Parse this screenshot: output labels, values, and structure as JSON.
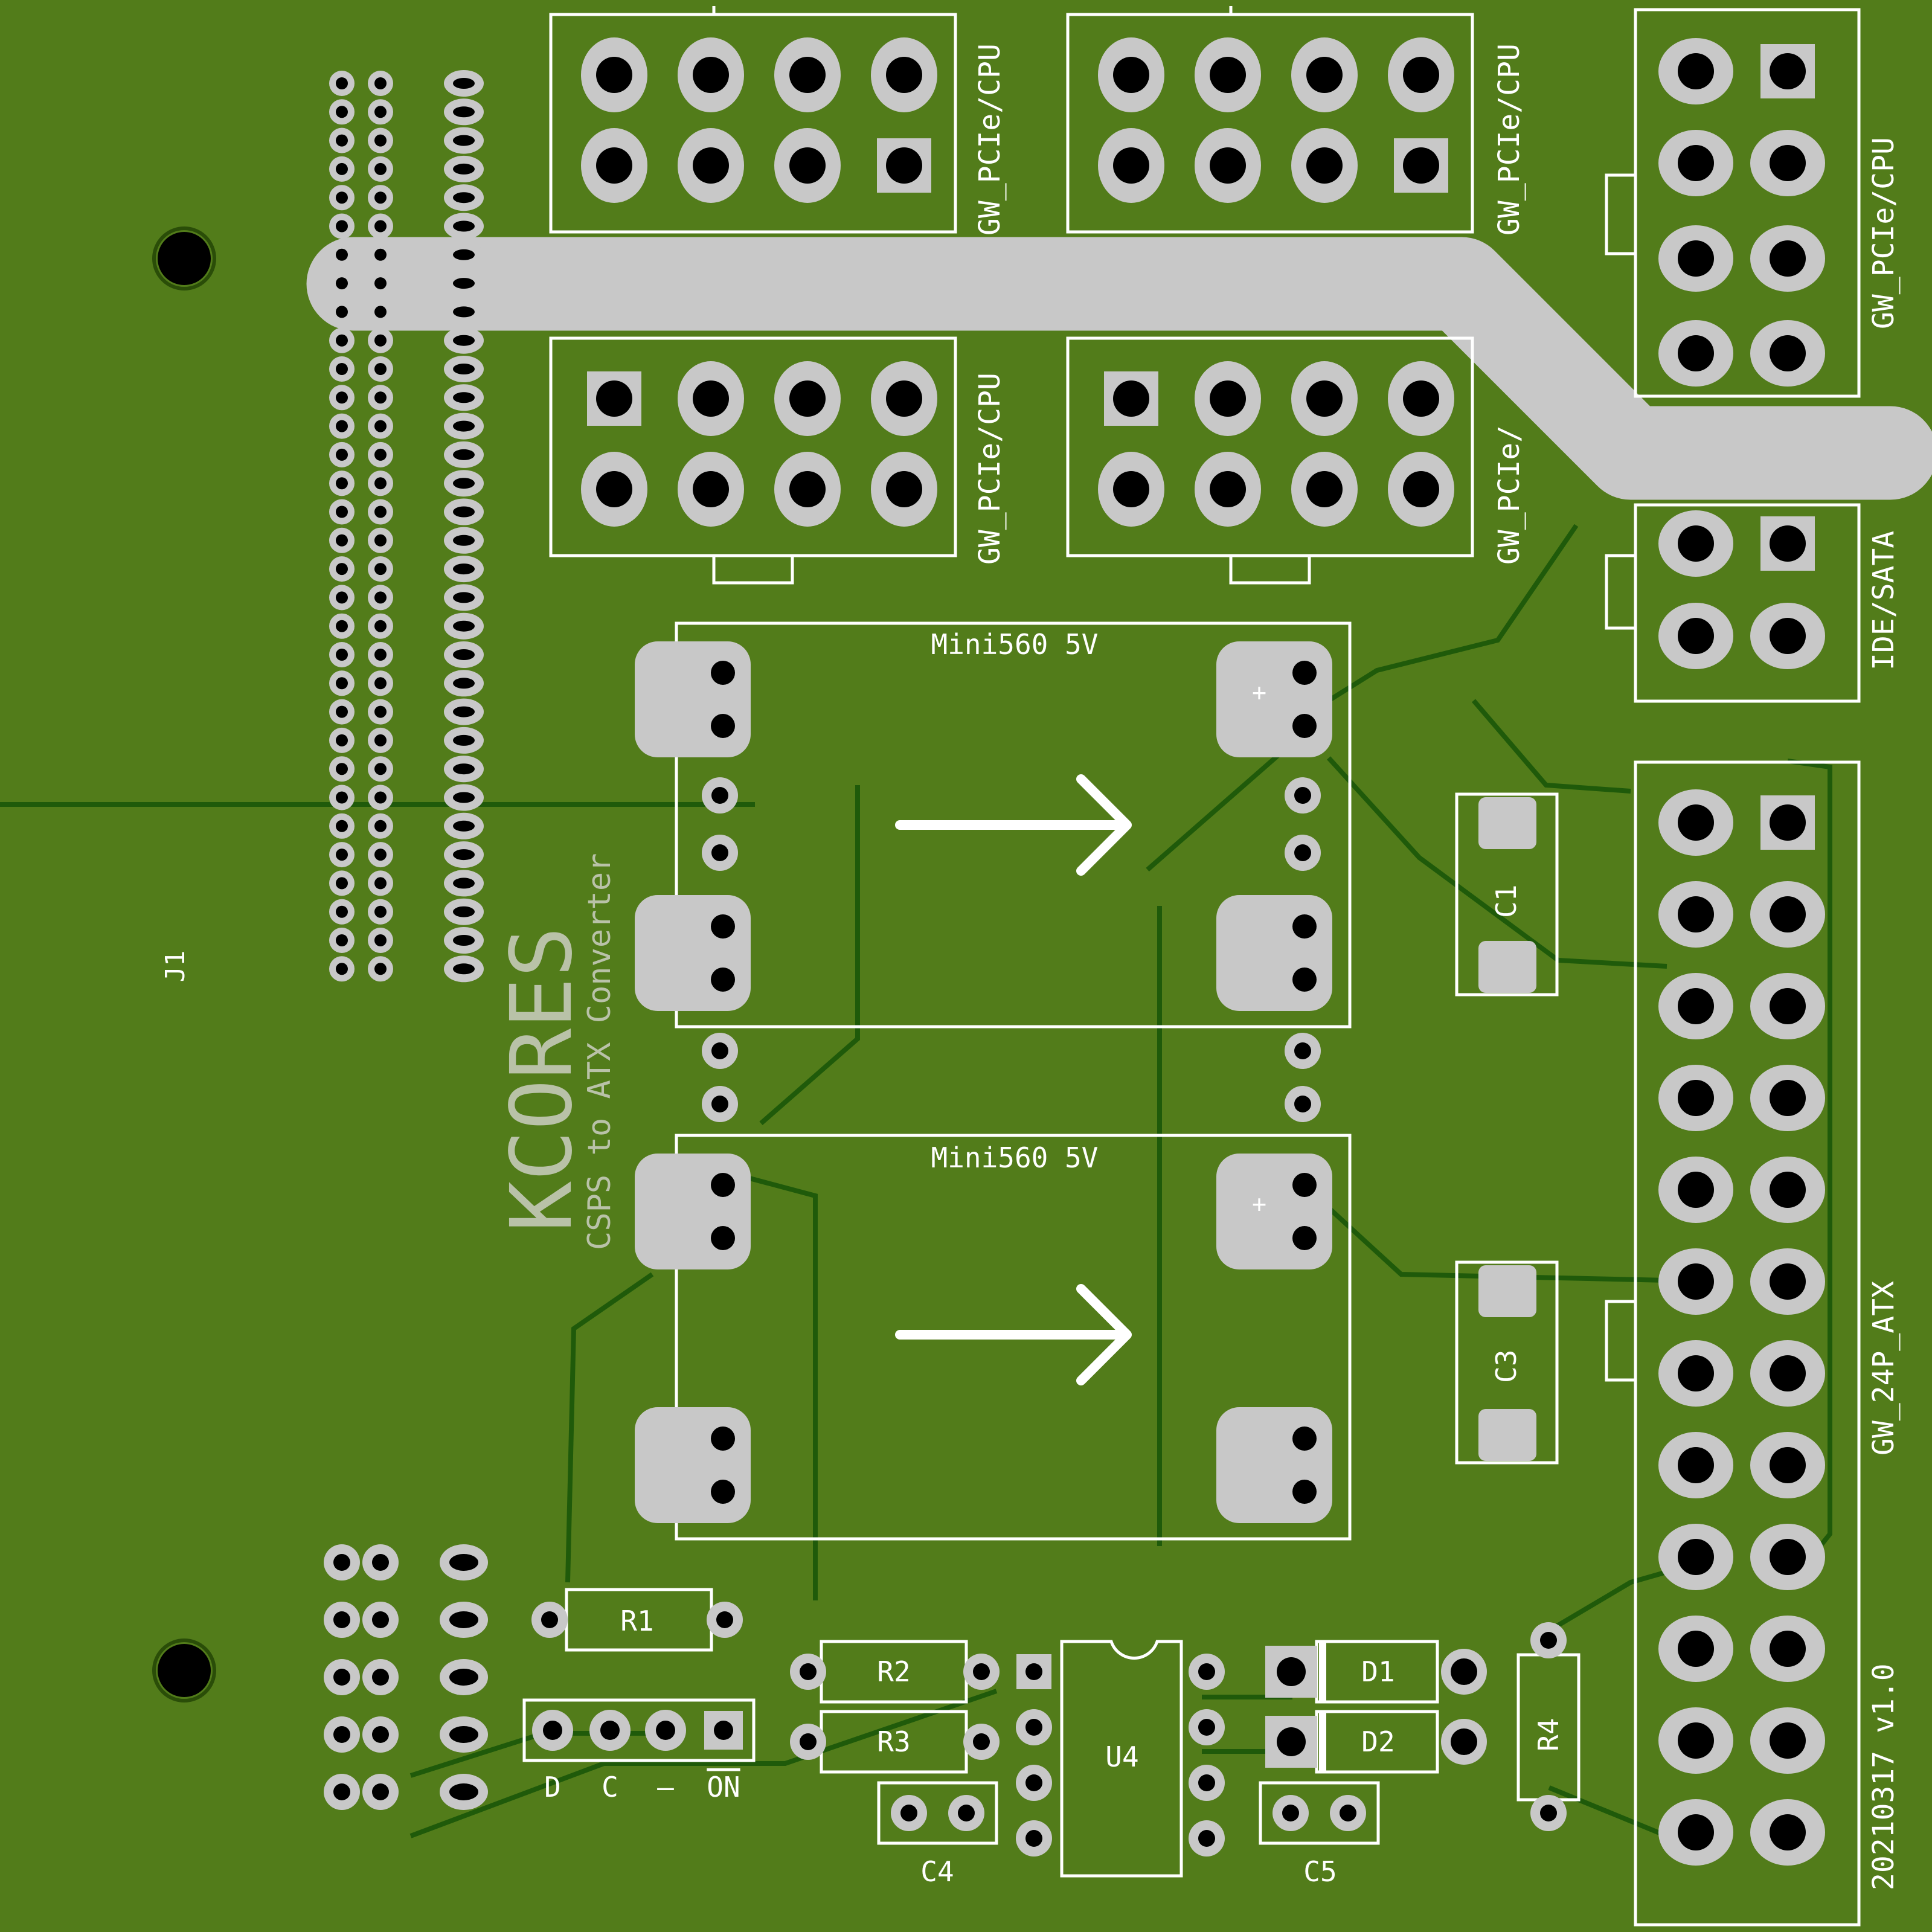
{
  "board": {
    "name": "KCORES",
    "subtitle": "CSPS to ATX Converter",
    "version": "20210317 v1.0",
    "main_connector": "J1"
  },
  "connectors": {
    "pcie_top_left": "GW_PCIe/CPU",
    "pcie_top_mid": "GW_PCIe/CPU",
    "pcie_right": "GW_PCIe/CPU",
    "pcie_mid_left": "GW_PCIe/CPU",
    "pcie_mid_mid": "GW_PCIe/",
    "sata": "IDE/SATA",
    "atx": "GW_24P_ATX"
  },
  "modules": {
    "top": "Mini560 5V",
    "bottom": "Mini560 5V",
    "plus": "+"
  },
  "components": {
    "c1": "C1",
    "c3": "C3",
    "c4": "C4",
    "c5": "C5",
    "r1": "R1",
    "r2": "R2",
    "r3": "R3",
    "r4": "R4",
    "u4": "U4",
    "d1": "D1",
    "d2": "D2"
  },
  "header_pins": {
    "d": "D",
    "c": "C",
    "minus": "–",
    "on": "ON"
  },
  "colors": {
    "board": "#527c1a",
    "trace": "#1f5a0a",
    "silk": "#ffffff",
    "pad": "#c8c8c8",
    "hole": "#000000"
  }
}
